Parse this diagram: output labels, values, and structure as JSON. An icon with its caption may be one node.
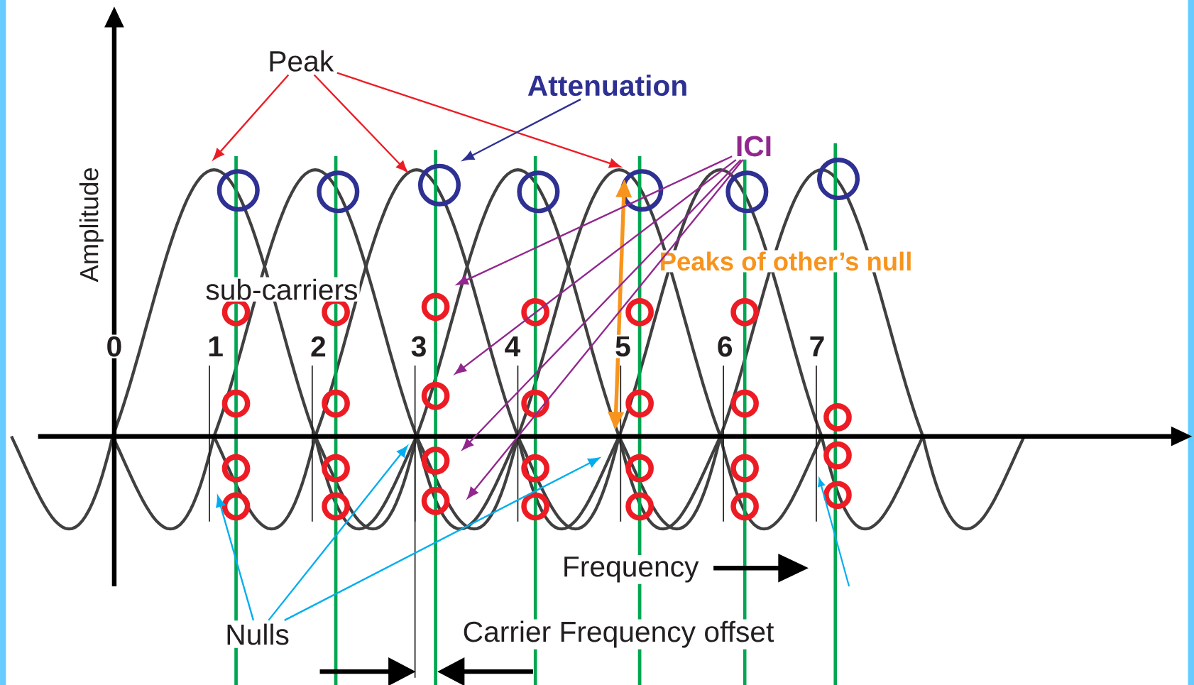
{
  "diagram": {
    "nodes": [
      {
        "text": [
          "Peak"
        ]
      },
      {
        "text": [
          "Attenuation"
        ]
      },
      {
        "text": [
          "ICI"
        ]
      },
      {
        "text": [
          "Nulls"
        ]
      }
    ],
    "edges": [
      {
        "from": 0,
        "to": null,
        "arrow": "to",
        "color": "#ed1c24"
      },
      {
        "from": 0,
        "to": null,
        "arrow": "to",
        "color": "#ed1c24"
      },
      {
        "from": 0,
        "to": null,
        "arrow": "to",
        "color": "#ed1c24"
      },
      {
        "from": 1,
        "to": null,
        "arrow": "to",
        "color": "#2e3192"
      },
      {
        "from": 2,
        "to": null,
        "arrow": "to",
        "color": "#92278f"
      },
      {
        "from": 2,
        "to": null,
        "arrow": "to",
        "color": "#92278f"
      },
      {
        "from": 2,
        "to": null,
        "arrow": "to",
        "color": "#92278f"
      },
      {
        "from": 2,
        "to": null,
        "arrow": "to",
        "color": "#92278f"
      },
      {
        "from": 3,
        "to": null,
        "arrow": "to",
        "color": "#00aeef"
      },
      {
        "from": 3,
        "to": null,
        "arrow": "to",
        "color": "#00aeef"
      },
      {
        "from": 3,
        "to": null,
        "arrow": "to",
        "color": "#00aeef"
      }
    ],
    "labels": [
      "Amplitude",
      "Peaks of other’s null",
      "sub-carriers",
      "0",
      "1",
      "2",
      "3",
      "4",
      "5",
      "6",
      "7",
      "Frequency",
      "Carrier Frequency offset"
    ]
  }
}
